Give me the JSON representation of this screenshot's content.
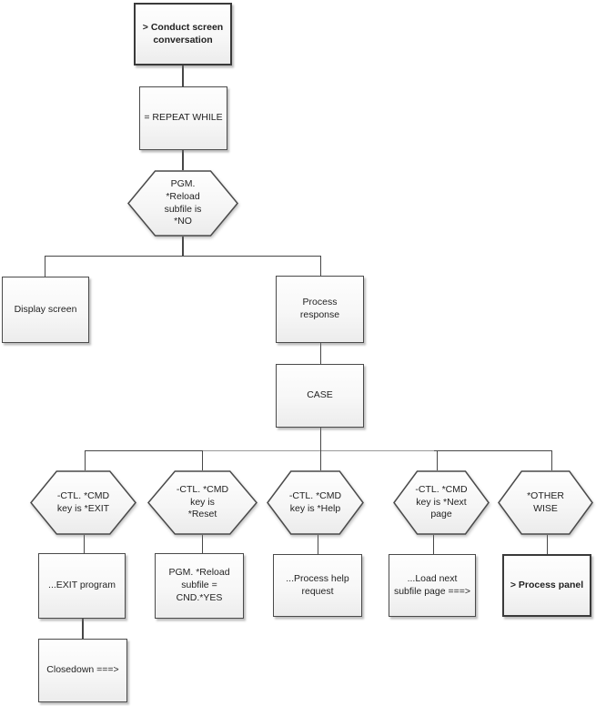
{
  "diagram": {
    "title": "Conduct screen conversation action diagram",
    "colors": {
      "background": "#ffffff",
      "node_border": "#4a4a4a",
      "node_border_bold": "#3a3a3a",
      "node_fill_top": "#fefefe",
      "node_fill_bottom": "#ececec",
      "connector": "#474747",
      "connector_light": "#9a9a9a",
      "text": "#1f1f1f"
    },
    "nodes": {
      "conduct_screen": {
        "text": "> Conduct screen\nconversation",
        "shape": "box-bold"
      },
      "repeat_while": {
        "text": "= REPEAT WHILE",
        "shape": "box"
      },
      "reload_subfile_cond": {
        "text": "PGM.\n*Reload\nsubfile is\n*NO",
        "shape": "hexagon"
      },
      "display_screen": {
        "text": "Display screen",
        "shape": "box"
      },
      "process_response": {
        "text": "Process\nresponse",
        "shape": "box"
      },
      "case": {
        "text": "CASE",
        "shape": "box"
      },
      "cmd_exit": {
        "text": "-CTL. *CMD\nkey is *EXIT",
        "shape": "hexagon"
      },
      "cmd_reset": {
        "text": "-CTL. *CMD\nkey is\n*Reset",
        "shape": "hexagon"
      },
      "cmd_help": {
        "text": "-CTL. *CMD\nkey is *Help",
        "shape": "hexagon"
      },
      "cmd_next_page": {
        "text": "-CTL. *CMD\nkey is *Next\npage",
        "shape": "hexagon"
      },
      "otherwise": {
        "text": "*OTHER\nWISE",
        "shape": "hexagon"
      },
      "exit_program": {
        "text": "...EXIT program",
        "shape": "box"
      },
      "set_reload_yes": {
        "text": "PGM. *Reload\nsubfile =\nCND.*YES",
        "shape": "box"
      },
      "process_help": {
        "text": "...Process help\nrequest",
        "shape": "box"
      },
      "load_next_page": {
        "text": "...Load next\nsubfile page ===>",
        "shape": "box"
      },
      "process_panel": {
        "text": "> Process panel",
        "shape": "box-bold"
      },
      "closedown": {
        "text": "Closedown ===>",
        "shape": "box"
      }
    }
  }
}
